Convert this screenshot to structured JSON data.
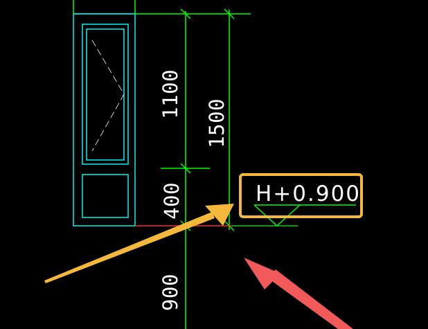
{
  "drawing": {
    "dimensions": {
      "upper_window": "1100",
      "total_height": "1500",
      "lower_panel": "400",
      "sill_height": "900"
    },
    "elevation_mark": {
      "label": "H+0.900"
    },
    "annotation": {
      "highlight_color": "#f5b83a",
      "arrow_orange_color": "#f5b83a",
      "arrow_red_color": "#f25a5a"
    },
    "colors": {
      "background": "#000000",
      "dimension_lines": "#00ff00",
      "window_outline": "#00e5e5",
      "window_glyph": "#cfcfcf",
      "text_white": "#ffffff",
      "floor_line": "#ff2a2a"
    }
  }
}
